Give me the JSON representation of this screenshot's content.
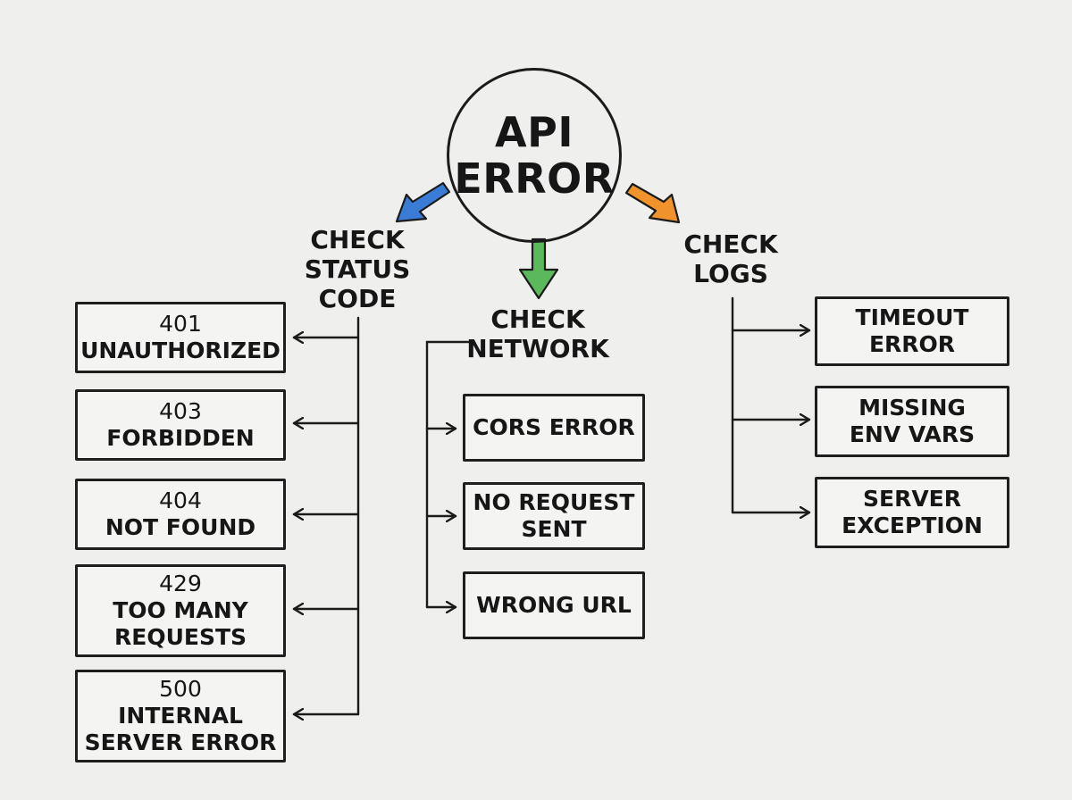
{
  "root": {
    "line1": "API",
    "line2": "ERROR"
  },
  "branches": {
    "status": {
      "lines": [
        "CHECK",
        "STATUS",
        "CODE"
      ],
      "arrow_color": "#3a7bd5"
    },
    "network": {
      "lines": [
        "CHECK",
        "NETWORK"
      ],
      "arrow_color": "#5cb85c"
    },
    "logs": {
      "lines": [
        "CHECK",
        "LOGS"
      ],
      "arrow_color": "#f0932b"
    }
  },
  "status_items": [
    {
      "code": "401",
      "label": "UNAUTHORIZED"
    },
    {
      "code": "403",
      "label": "FORBIDDEN"
    },
    {
      "code": "404",
      "label": "NOT FOUND"
    },
    {
      "code": "429",
      "label": "TOO MANY",
      "label2": "REQUESTS"
    },
    {
      "code": "500",
      "label": "INTERNAL",
      "label2": "SERVER ERROR"
    }
  ],
  "network_items": [
    {
      "lines": [
        "CORS ERROR"
      ]
    },
    {
      "lines": [
        "NO REQUEST",
        "SENT"
      ]
    },
    {
      "lines": [
        "WRONG URL"
      ]
    }
  ],
  "log_items": [
    {
      "lines": [
        "TIMEOUT",
        "ERROR"
      ]
    },
    {
      "lines": [
        "MISSING",
        "ENV VARS"
      ]
    },
    {
      "lines": [
        "SERVER",
        "EXCEPTION"
      ]
    }
  ],
  "colors": {
    "ink": "#1b1b1b",
    "background": "#efefed"
  }
}
